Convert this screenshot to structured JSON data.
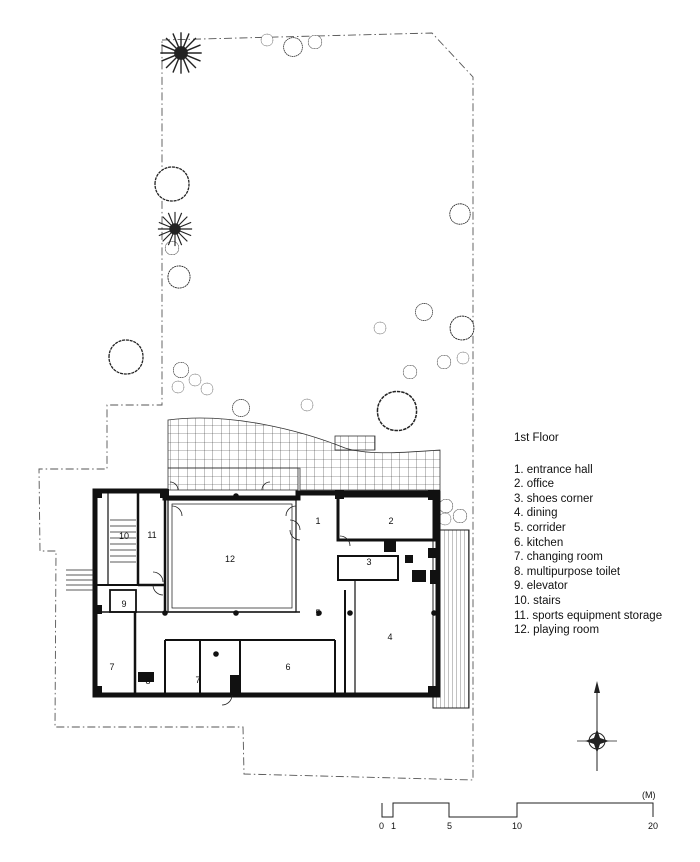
{
  "legend": {
    "title": "1st Floor",
    "items": [
      "1. entrance hall",
      "2. office",
      "3. shoes corner",
      "4. dining",
      "5. corrider",
      "6. kitchen",
      "7. changing room",
      "8. multipurpose toilet",
      "9. elevator",
      "10. stairs",
      "11. sports equipment storage",
      "12. playing room"
    ]
  },
  "room_labels": {
    "entrance_hall": "1",
    "office": "2",
    "shoes_corner": "3",
    "dining": "4",
    "corrider": "5",
    "kitchen": "6",
    "changing_room_a": "7",
    "changing_room_b": "7",
    "multipurpose_toilet": "8",
    "elevator": "9",
    "stairs": "10",
    "storage": "11",
    "playing_room": "12"
  },
  "scale_bar": {
    "unit": "(M)",
    "ticks": [
      "0",
      "1",
      "5",
      "10",
      "20"
    ]
  },
  "icons": [
    "north-arrow-icon",
    "tree-icon",
    "shrub-icon"
  ]
}
